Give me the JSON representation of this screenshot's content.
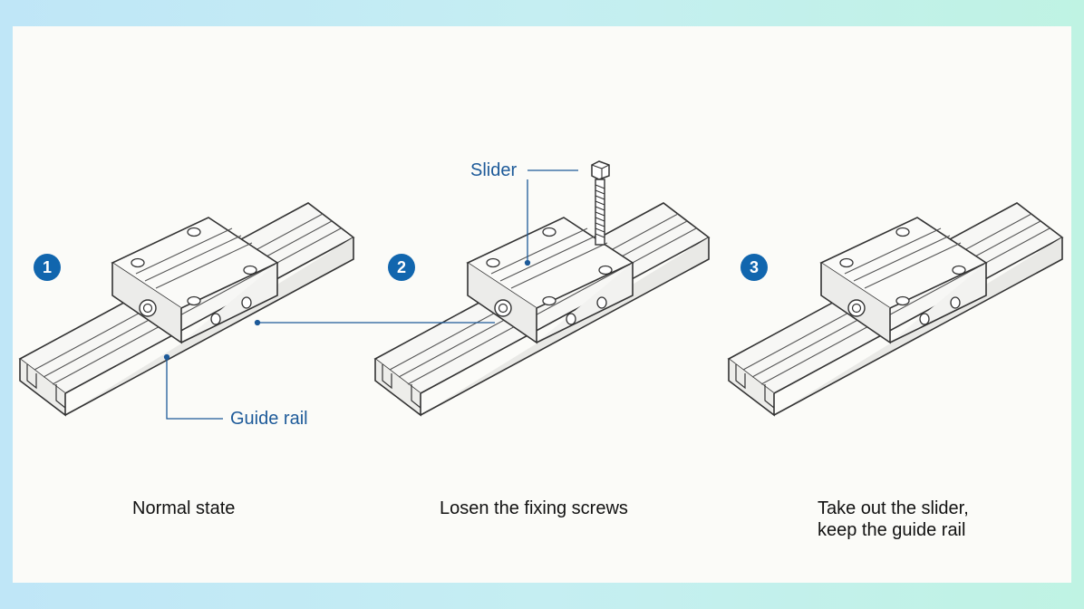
{
  "steps": [
    {
      "number": "1",
      "caption": "Normal state"
    },
    {
      "number": "2",
      "caption": "Losen the fixing screws"
    },
    {
      "number": "3",
      "caption_line1": "Take out the slider,",
      "caption_line2": "keep the guide rail"
    }
  ],
  "callouts": {
    "slider": "Slider",
    "guide_rail": "Guide rail"
  },
  "colors": {
    "badge": "#1166ae",
    "callout_line": "#1d5a99",
    "drawing_line": "#333333"
  }
}
